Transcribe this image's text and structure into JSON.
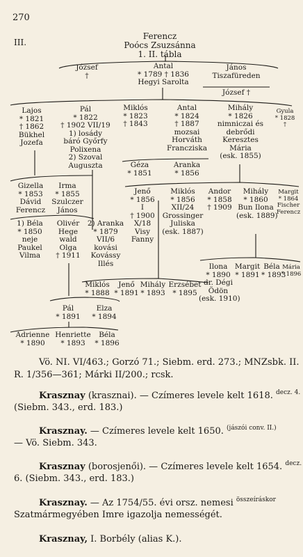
{
  "page": {
    "number": "270",
    "roman": "III."
  },
  "header": {
    "line1": "Ferencz",
    "line2": "Poócs Zsuzsánna",
    "line3": "1. II. tábla"
  },
  "gen1": {
    "jozsef": [
      "József",
      "†"
    ],
    "antal": [
      "Antal",
      "* 1789 † 1836",
      "Hegyi Sarolta"
    ],
    "janos": [
      "János",
      "Tiszafüreden"
    ],
    "janos_child": [
      "József †"
    ]
  },
  "gen2": {
    "lajos": [
      "Lajos",
      "* 1821",
      "† 1862",
      "Bükhel",
      "Jozefa"
    ],
    "pal": [
      "Pál",
      "* 1822",
      "† 1902 VII/19",
      "1) losády",
      "báró Győrfy",
      "Polixena",
      "2) Szoval",
      "Auguszta"
    ],
    "miklos": [
      "Miklós",
      "* 1823",
      "† 1843"
    ],
    "antal": [
      "Antal",
      "* 1824",
      "† 1887",
      "mozsai",
      "Horváth",
      "Francziska"
    ],
    "mihaly": [
      "Mihály",
      "* 1826",
      "nimniczai és",
      "debrődi",
      "Keresztes",
      "Mária",
      "(esk. 1855)"
    ],
    "gyula": [
      "Gyula",
      "* 1828",
      "†"
    ]
  },
  "gen3a": {
    "geza": [
      "Géza",
      "* 1851"
    ],
    "aranka": [
      "Aranka",
      "* 1856"
    ],
    "gizella": [
      "Gizella",
      "* 1853",
      "Dávid",
      "Ferencz"
    ],
    "irma": [
      "Irma",
      "* 1855",
      "Szulczer",
      "János"
    ]
  },
  "gen3b": {
    "jeno": [
      "Jenő",
      "* 1856",
      "I",
      "† 1900",
      "X/18",
      "Visy",
      "Fanny"
    ],
    "miklos": [
      "Miklós",
      "* 1856",
      "XII/24",
      "Grossinger",
      "Juliska",
      "(esk. 1887)"
    ],
    "andor": [
      "Andor",
      "* 1858",
      "† 1909"
    ],
    "mihaly": [
      "Mihály",
      "* 1860",
      "Bun Ilona",
      "(esk. 1889)"
    ],
    "margit": [
      "Margit",
      "* 1864",
      "Fischer",
      "Ferencz"
    ]
  },
  "gen4": {
    "bela": [
      "1) Béla",
      "* 1850",
      "neje",
      "Paukel",
      "Vilma"
    ],
    "oliver": [
      "Olivér",
      "Hege",
      "wald",
      "Olga",
      "† 1911"
    ],
    "aranka2": [
      "2) Aranka",
      "* 1879",
      "VII/6",
      "kovási",
      "Kovássy",
      "Illés"
    ],
    "ilona": [
      "Ilona",
      "* 1890",
      "dr. Dégi",
      "Ödön",
      "(esk. 1910)"
    ],
    "margit2": [
      "Margit",
      "* 1891"
    ],
    "bela2": [
      "Béla",
      "* 1893"
    ],
    "maria": [
      "Mária",
      "* 1896"
    ]
  },
  "gen5": {
    "miklos": [
      "Miklós",
      "* 1888"
    ],
    "jeno": [
      "Jenő",
      "* 1891"
    ],
    "mihaly": [
      "Mihály",
      "* 1893"
    ],
    "erzsebet": [
      "Erzsébet",
      "* 1895"
    ],
    "pal": [
      "Pál",
      "* 1891"
    ],
    "elza": [
      "Elza",
      "* 1894"
    ]
  },
  "gen6": {
    "adrienne": [
      "Adrienne",
      "* 1890"
    ],
    "henriette": [
      "Henriette",
      "* 1893"
    ],
    "bela": [
      "Béla",
      "* 1896"
    ]
  },
  "refs": {
    "line1": "Vö. NI. VI/463.; Gorzó 71.; Siebm. erd. 273.; MNZsbk. II.",
    "line2": "R. 1/356—361; Márki II/200.; rcsk."
  },
  "entries": [
    {
      "name": "Krasznay",
      "line1_rest": " (krasznai). — Czímeres levele kelt 1618.",
      "sup": "decz. 4.",
      "line2": "(Siebm. 343., erd. 183.)"
    },
    {
      "name": "Krasznay.",
      "line1_rest": " — Czímeres levele kelt 1650.",
      "sup": "(jászói conv. II.)",
      "line2": "— Vö. Siebm. 343."
    },
    {
      "name": "Krasznay",
      "line1_rest": " (borosjenői). — Czímeres levele kelt 1654.",
      "sup": "decz.",
      "line2": "6. (Siebm. 343., erd. 183.)"
    },
    {
      "name": "Krasznay.",
      "line1_rest": " — Az 1754/55. évi orsz. nemesi",
      "sup": "összeíráskor",
      "line2": "Szatmármegyében Imre igazolja nemességét."
    },
    {
      "name": "Krasznay,",
      "line1_rest": " I. Borbély (alias K.).",
      "sup": "",
      "line2": ""
    }
  ]
}
